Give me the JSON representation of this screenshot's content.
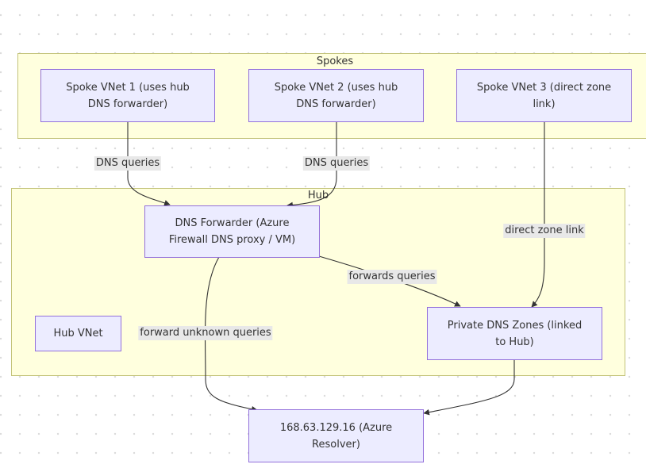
{
  "clusters": {
    "spokes": {
      "title": "Spokes"
    },
    "hub": {
      "title": "Hub"
    }
  },
  "nodes": {
    "spoke1": {
      "lines": [
        "Spoke VNet 1 (uses hub",
        "DNS forwarder)"
      ]
    },
    "spoke2": {
      "lines": [
        "Spoke VNet 2 (uses hub",
        "DNS forwarder)"
      ]
    },
    "spoke3": {
      "lines": [
        "Spoke VNet 3 (direct zone",
        "link)"
      ]
    },
    "forwarder": {
      "lines": [
        "DNS Forwarder (Azure",
        "Firewall DNS proxy / VM)"
      ]
    },
    "hubvnet": {
      "lines": [
        "Hub VNet"
      ]
    },
    "privatezones": {
      "lines": [
        "Private DNS Zones (linked",
        "to Hub)"
      ]
    },
    "resolver": {
      "lines": [
        "168.63.129.16 (Azure",
        "Resolver)"
      ]
    }
  },
  "edges": {
    "spoke1_to_forwarder": "DNS queries",
    "spoke2_to_forwarder": "DNS queries",
    "spoke3_to_zones": "direct zone link",
    "forwarder_to_zones": "forwards queries",
    "forwarder_to_resolver": "forward unknown queries",
    "zones_to_resolver": ""
  },
  "colors": {
    "node_fill": "#ececff",
    "node_border": "#9370db",
    "cluster_fill": "#ffffde",
    "cluster_border": "#c3c37a",
    "edge": "#333333",
    "edge_label_bg": "#e8e8e8"
  }
}
